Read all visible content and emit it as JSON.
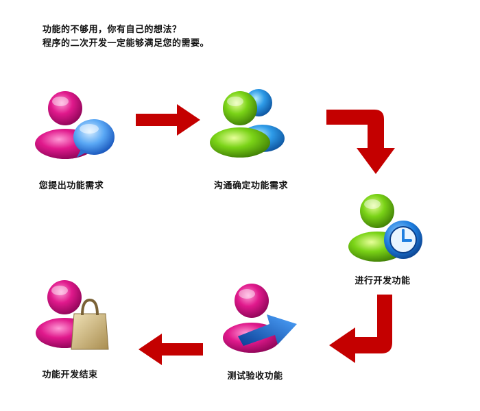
{
  "intro": {
    "line1": "功能的不够用，你有自己的想法？",
    "line2": "程序的二次开发一定能够满足您的需要。"
  },
  "colors": {
    "arrow": "#c40000",
    "magenta_person": "#e0198c",
    "green_person": "#7ad317",
    "blue_person": "#2e9be8",
    "clock": "#1e7fe0",
    "bag": "#c9b27a",
    "upload_arrow": "#1565d8"
  },
  "steps": [
    {
      "id": "submit",
      "label": "您提出功能需求",
      "icon": "magenta-person-chat-bubble-icon"
    },
    {
      "id": "confirm",
      "label": "沟通确定功能需求",
      "icon": "green-blue-people-icon"
    },
    {
      "id": "develop",
      "label": "进行开发功能",
      "icon": "green-person-clock-icon"
    },
    {
      "id": "test",
      "label": "测试验收功能",
      "icon": "magenta-person-upload-arrow-icon"
    },
    {
      "id": "finish",
      "label": "功能开发结束",
      "icon": "magenta-person-shopping-bag-icon"
    }
  ]
}
